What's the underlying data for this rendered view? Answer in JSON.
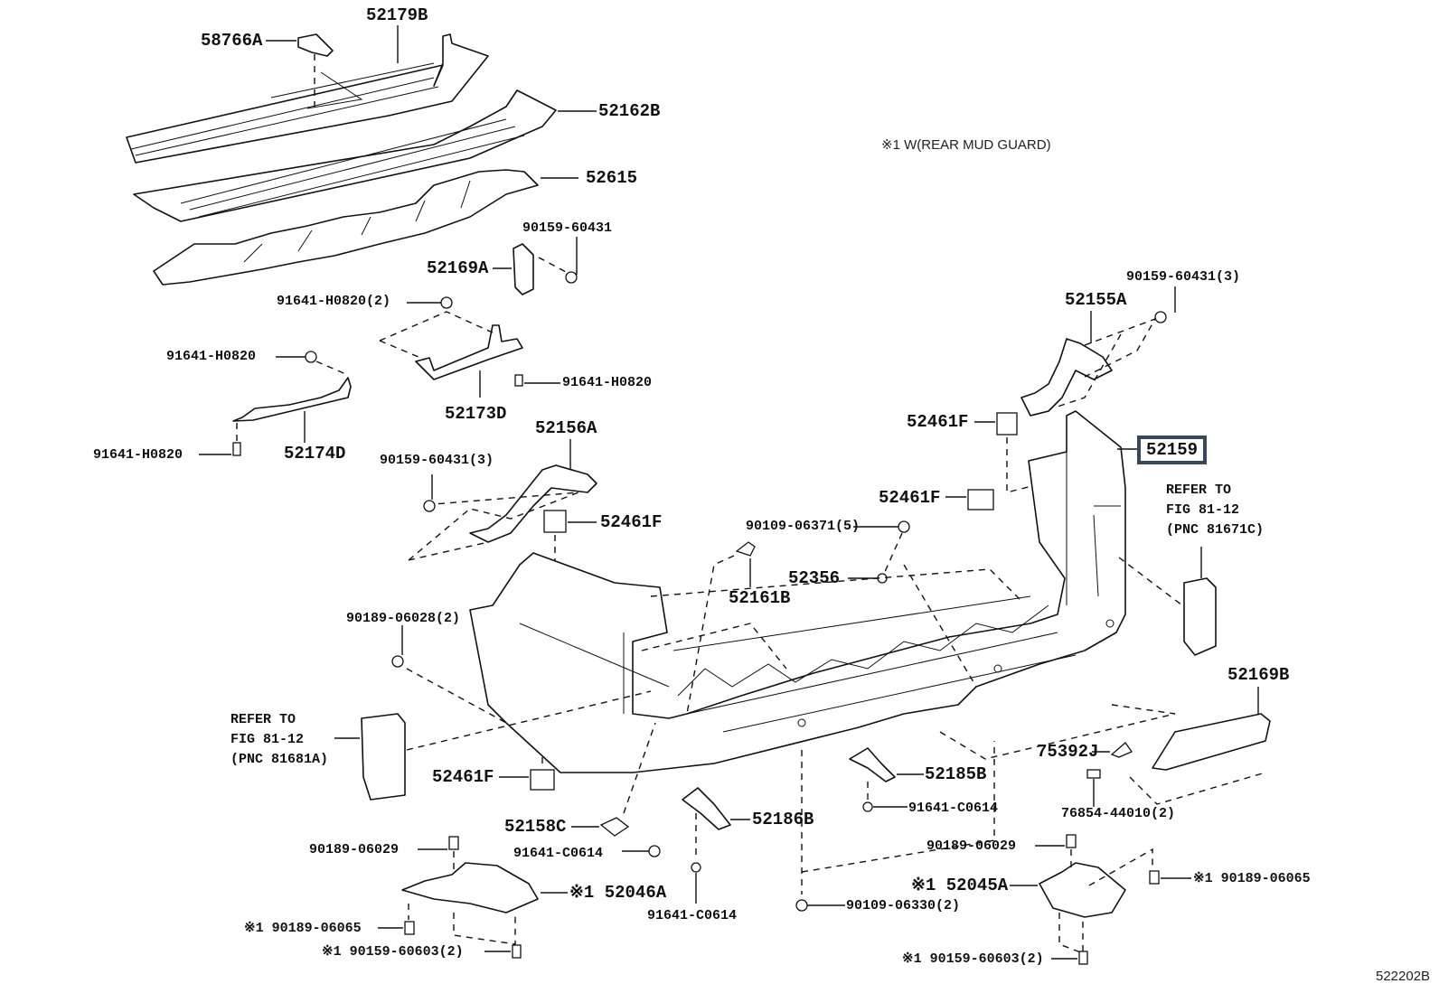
{
  "diagram": {
    "type": "exploded parts diagram",
    "subject": "Rear bumper assembly",
    "figure_id": "522202B",
    "legend_note": "※1 W(REAR MUD GUARD)",
    "highlighted_part": "52159",
    "parts": [
      {
        "id": "p58766A",
        "label": "58766A"
      },
      {
        "id": "p52179B",
        "label": "52179B"
      },
      {
        "id": "p52162B",
        "label": "52162B"
      },
      {
        "id": "p52615",
        "label": "52615"
      },
      {
        "id": "p90159_60431_a",
        "label": "90159-60431"
      },
      {
        "id": "p52169A",
        "label": "52169A"
      },
      {
        "id": "p91641_H0820_2",
        "label": "91641-H0820(2)"
      },
      {
        "id": "p91641_H0820_a",
        "label": "91641-H0820"
      },
      {
        "id": "p91641_H0820_b",
        "label": "91641-H0820"
      },
      {
        "id": "p91641_H0820_c",
        "label": "91641-H0820"
      },
      {
        "id": "p52173D",
        "label": "52173D"
      },
      {
        "id": "p52174D",
        "label": "52174D"
      },
      {
        "id": "p52156A",
        "label": "52156A"
      },
      {
        "id": "p90159_60431_3a",
        "label": "90159-60431(3)"
      },
      {
        "id": "p52461F_a",
        "label": "52461F"
      },
      {
        "id": "p52461F_b",
        "label": "52461F"
      },
      {
        "id": "p52461F_c",
        "label": "52461F"
      },
      {
        "id": "p52461F_d",
        "label": "52461F"
      },
      {
        "id": "p90159_60431_3b",
        "label": "90159-60431(3)"
      },
      {
        "id": "p52155A",
        "label": "52155A"
      },
      {
        "id": "p52159",
        "label": "52159"
      },
      {
        "id": "p90109_06371",
        "label": "90109-06371(5)"
      },
      {
        "id": "p52356",
        "label": "52356"
      },
      {
        "id": "p52161B",
        "label": "52161B"
      },
      {
        "id": "p90189_06028",
        "label": "90189-06028(2)"
      },
      {
        "id": "p52169B",
        "label": "52169B"
      },
      {
        "id": "p75392J",
        "label": "75392J"
      },
      {
        "id": "p76854_44010",
        "label": "76854-44010(2)"
      },
      {
        "id": "p52185B",
        "label": "52185B"
      },
      {
        "id": "p91641_C0614_a",
        "label": "91641-C0614"
      },
      {
        "id": "p52186B",
        "label": "52186B"
      },
      {
        "id": "p91641_C0614_b",
        "label": "91641-C0614"
      },
      {
        "id": "p91641_C0614_c",
        "label": "91641-C0614"
      },
      {
        "id": "p52158C",
        "label": "52158C"
      },
      {
        "id": "p90189_06029_a",
        "label": "90189-06029"
      },
      {
        "id": "p90189_06029_b",
        "label": "90189-06029"
      },
      {
        "id": "p52046A",
        "label": "※1 52046A"
      },
      {
        "id": "p52045A",
        "label": "※1 52045A"
      },
      {
        "id": "p90189_06065_a",
        "label": "※1 90189-06065"
      },
      {
        "id": "p90189_06065_b",
        "label": "※1 90189-06065"
      },
      {
        "id": "p90159_60603_a",
        "label": "※1 90159-60603(2)"
      },
      {
        "id": "p90159_60603_b",
        "label": "※1 90159-60603(2)"
      },
      {
        "id": "p90109_06330",
        "label": "90109-06330(2)"
      }
    ],
    "references": [
      {
        "id": "ref_right",
        "text": "REFER TO\nFIG 81-12\n(PNC 81671C)"
      },
      {
        "id": "ref_left",
        "text": "REFER TO\nFIG 81-12\n(PNC 81681A)"
      }
    ],
    "colors": {
      "highlight_border": "#34495e",
      "ink": "#111111",
      "background": "#ffffff"
    }
  }
}
